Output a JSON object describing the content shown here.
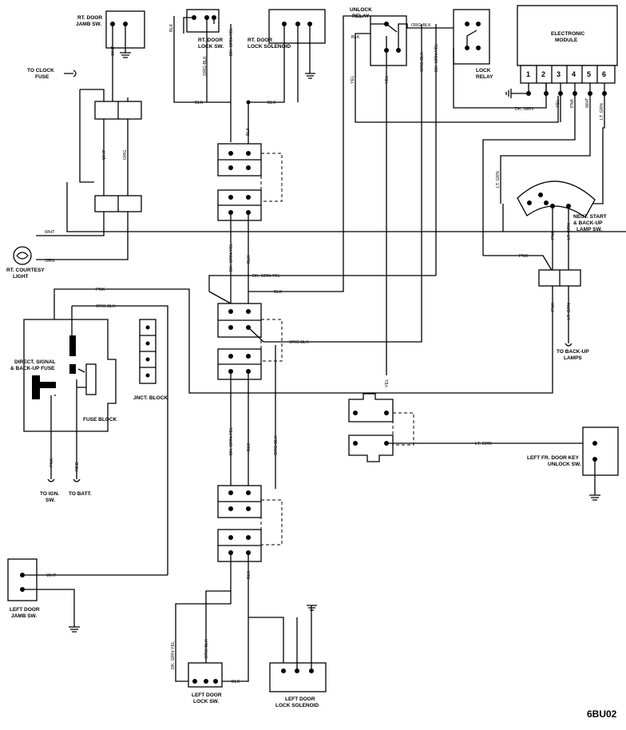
{
  "components": {
    "rt_door_jamb_sw": [
      "RT. DOOR",
      "JAMB SW."
    ],
    "rt_door_lock_sw": [
      "RT. DOOR",
      "LOCK SW."
    ],
    "rt_door_lock_solenoid": [
      "RT. DOOR",
      "LOCK SOLENOID"
    ],
    "unlock_relay": [
      "UNLOCK",
      "RELAY"
    ],
    "lock_relay": [
      "LOCK",
      "RELAY"
    ],
    "electronic_module": [
      "ELECTRONIC",
      "MODULE"
    ],
    "to_clock_fuse": [
      "TO CLOCK",
      "FUSE"
    ],
    "rt_courtesy_light": [
      "RT. COURTESY",
      "LIGHT"
    ],
    "neut_start_sw": [
      "NEUT. START",
      "& BACK-UP",
      "LAMP SW."
    ],
    "to_backup_lamps": [
      "TO BACK-UP",
      "LAMPS"
    ],
    "direct_signal_fuse": [
      "DIRECT. SIGNAL",
      "& BACK-UP FUSE"
    ],
    "fuse_block": "FUSE BLOCK",
    "jnct_block": "JNCT. BLOCK",
    "to_ign_sw": [
      "TO IGN.",
      "SW."
    ],
    "to_batt": "TO BATT.",
    "left_fr_door_key_unlock_sw": [
      "LEFT FR. DOOR KEY",
      "UNLOCK SW."
    ],
    "left_door_jamb_sw": [
      "LEFT DOOR",
      "JAMB SW."
    ],
    "left_door_lock_sw": [
      "LEFT DOOR",
      "LOCK SW."
    ],
    "left_door_lock_solenoid": [
      "LEFT DOOR",
      "LOCK SOLENOID"
    ]
  },
  "module_pins": [
    "1",
    "2",
    "3",
    "4",
    "5",
    "6"
  ],
  "wire_colors": {
    "wht": "WHT",
    "org": "ORG",
    "blk": "BLK",
    "pnk": "PNK",
    "yel": "YEL",
    "red": "RED",
    "org_blk": "ORG-BLK",
    "dk_grn_yel": "DK. GRN-YEL",
    "dk_grn": "DK. GRN",
    "lt_grn": "LT. GRN"
  },
  "diagram_code": "6BU02"
}
